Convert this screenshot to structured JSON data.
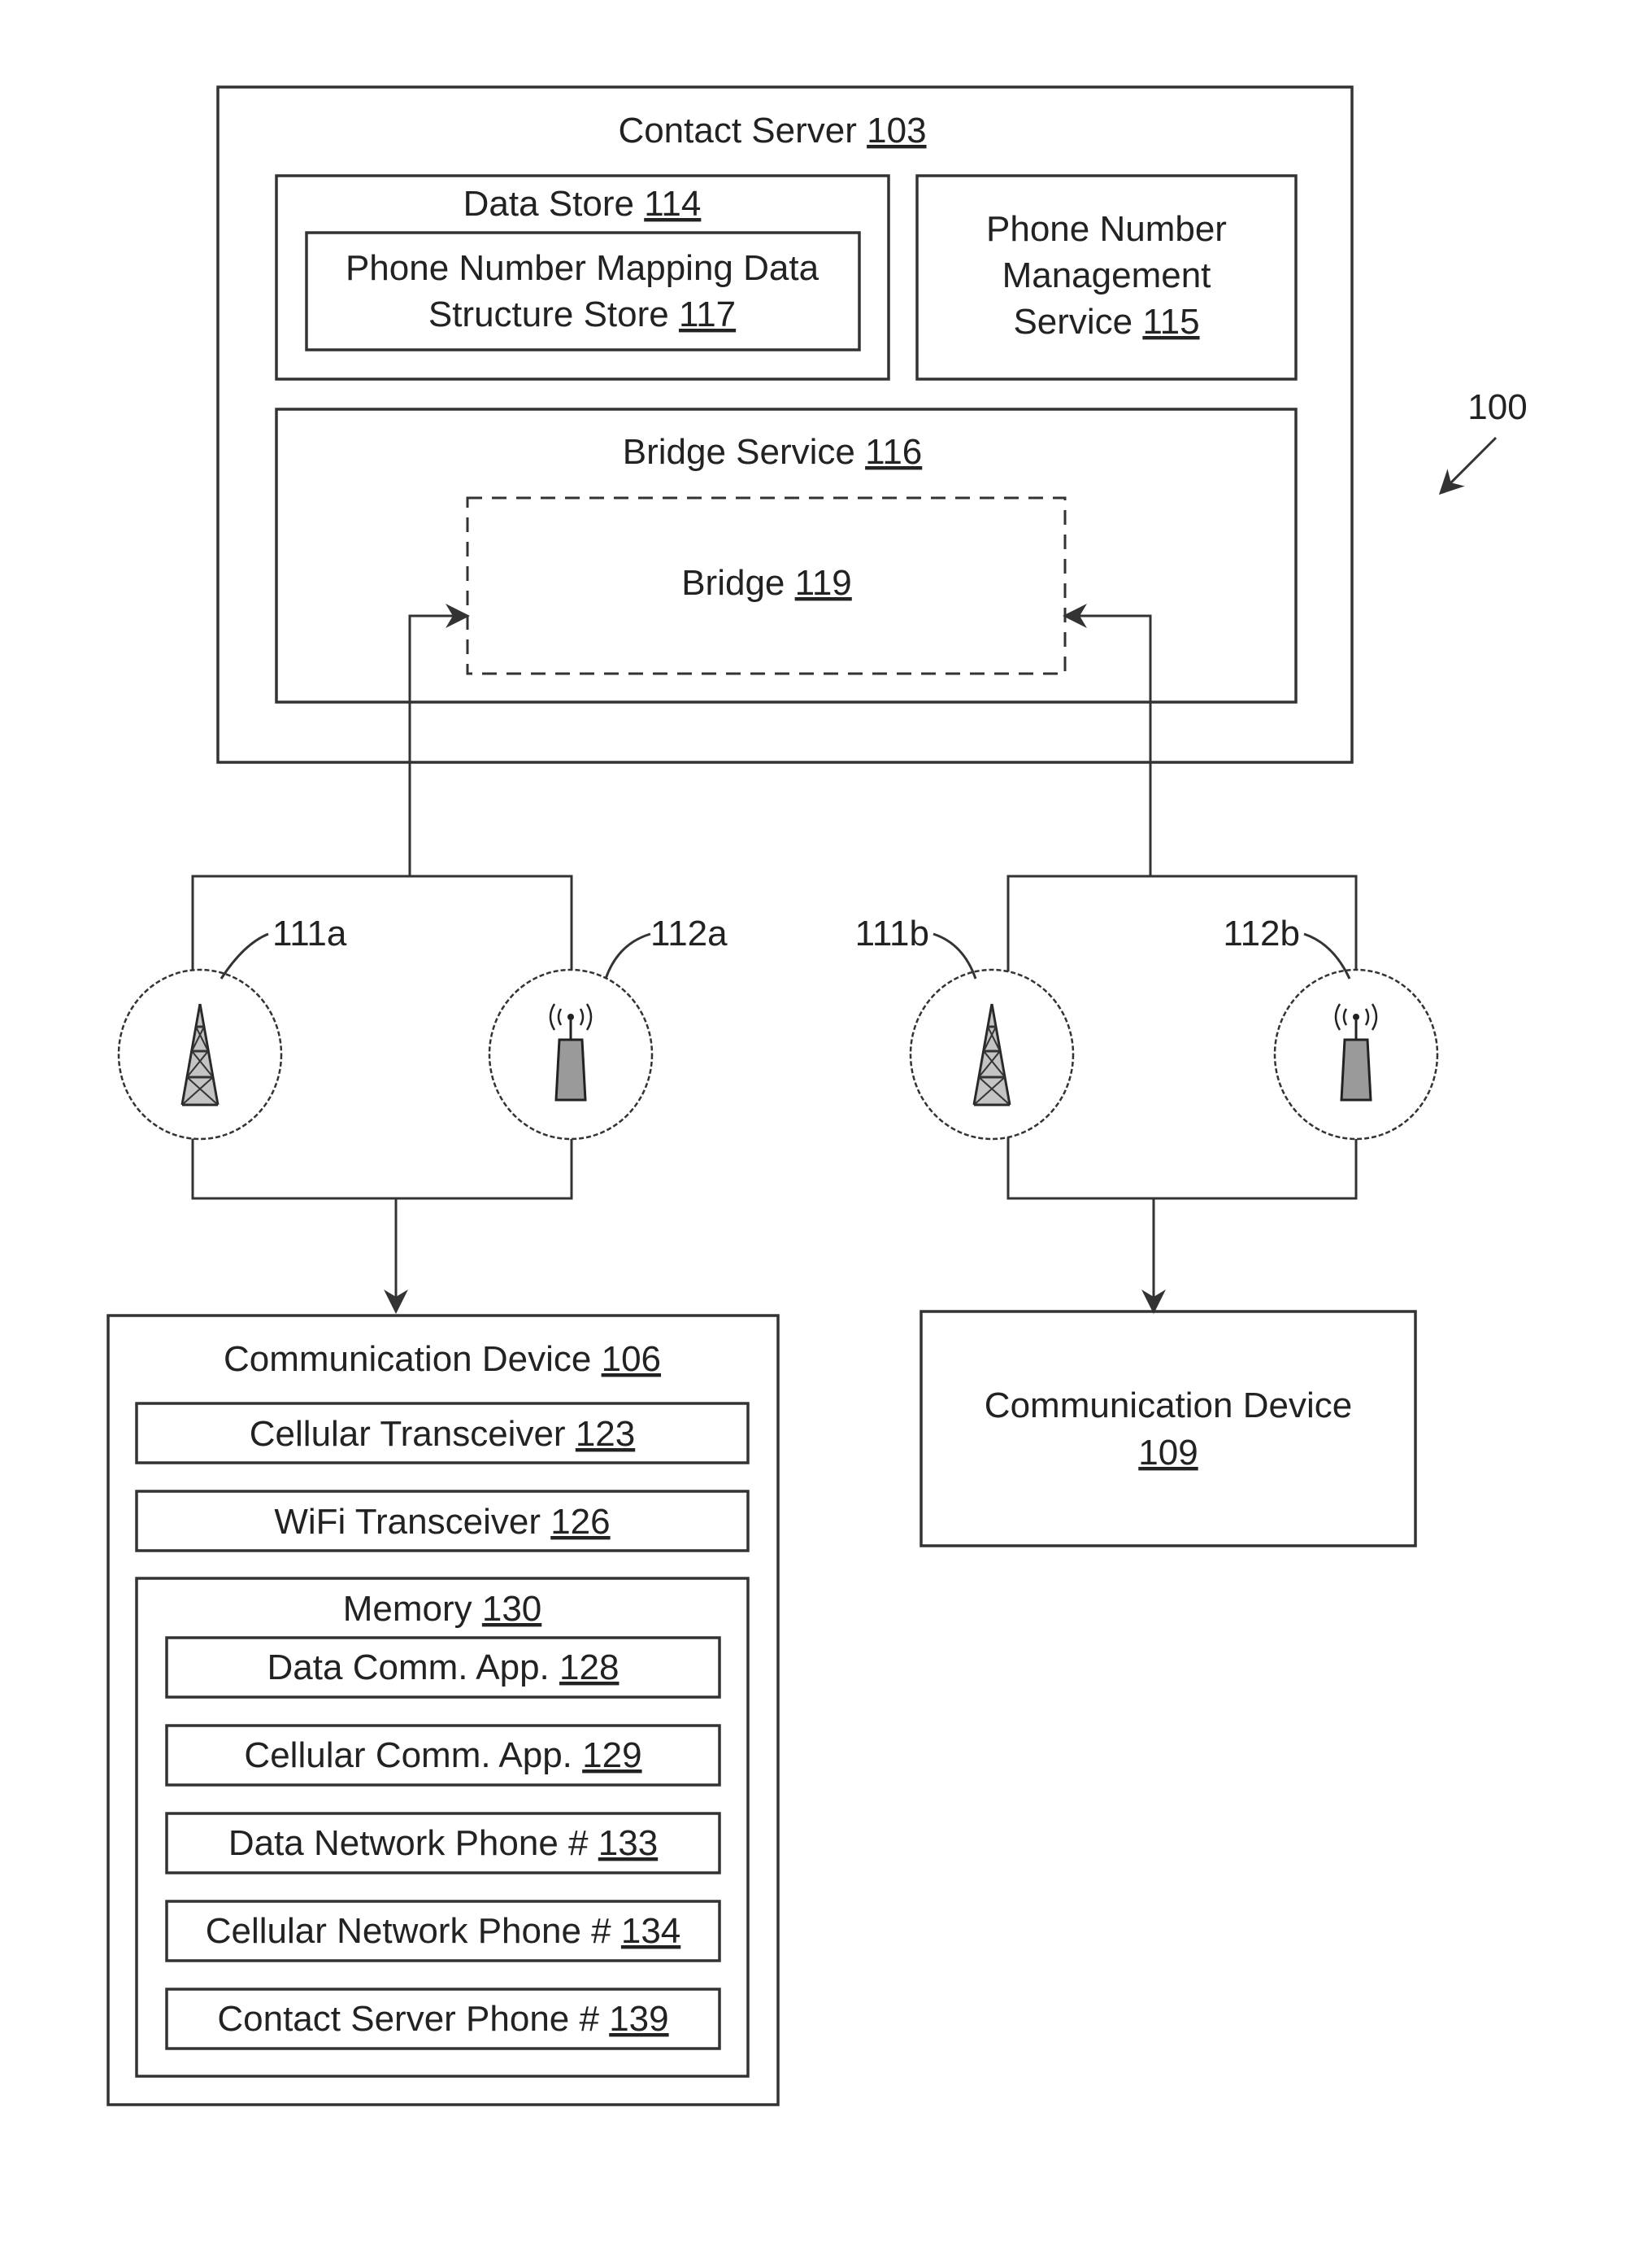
{
  "figure_ref": "100",
  "contact_server": {
    "label": "Contact Server",
    "ref": "103"
  },
  "data_store": {
    "label": "Data Store",
    "ref": "114"
  },
  "mapping_store": {
    "line1": "Phone Number Mapping Data",
    "line2": "Structure Store",
    "ref": "117"
  },
  "pnms": {
    "line1": "Phone Number",
    "line2": "Management",
    "line3": "Service",
    "ref": "115"
  },
  "bridge_service": {
    "label": "Bridge Service",
    "ref": "116"
  },
  "bridge": {
    "label": "Bridge",
    "ref": "119"
  },
  "networks": {
    "n111a": "111a",
    "n112a": "112a",
    "n111b": "111b",
    "n112b": "112b",
    "cell_tower_icon": "cell-tower-icon",
    "wifi_icon": "wifi-access-point-icon"
  },
  "device106": {
    "label": "Communication Device",
    "ref": "106",
    "cellular": {
      "label": "Cellular Transceiver",
      "ref": "123"
    },
    "wifi": {
      "label": "WiFi Transceiver",
      "ref": "126"
    },
    "memory": {
      "label": "Memory",
      "ref": "130",
      "items": [
        {
          "label": "Data Comm. App.",
          "ref": "128"
        },
        {
          "label": "Cellular Comm. App.",
          "ref": "129"
        },
        {
          "label": "Data Network Phone #",
          "ref": "133"
        },
        {
          "label": "Cellular Network Phone #",
          "ref": "134"
        },
        {
          "label": "Contact Server Phone #",
          "ref": "139"
        }
      ]
    }
  },
  "device109": {
    "line1": "Communication Device",
    "ref": "109"
  }
}
